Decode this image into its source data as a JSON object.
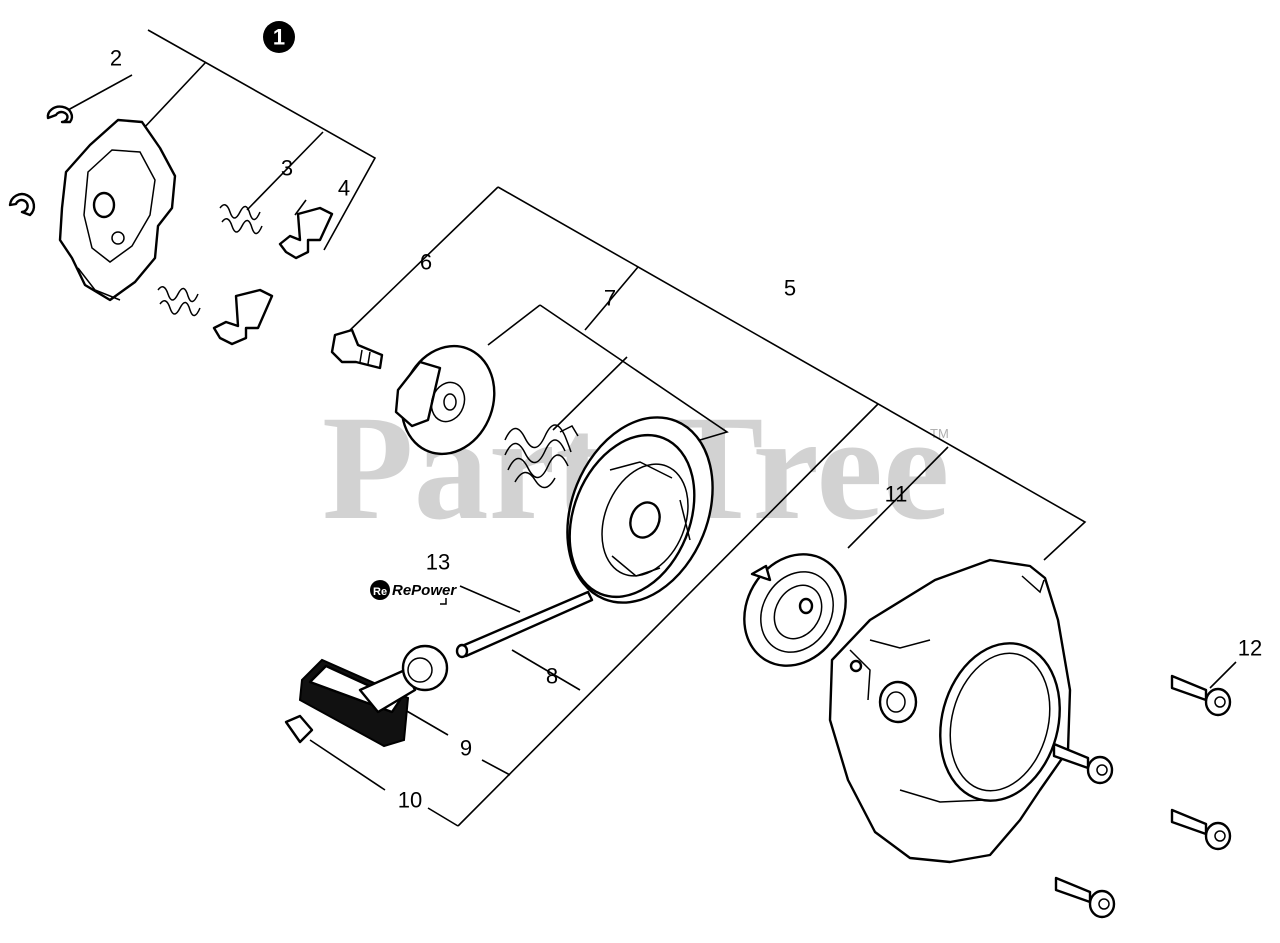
{
  "watermark": {
    "text": "PartsTree",
    "trademark": "TM"
  },
  "repower_logo": {
    "text": "RePower"
  },
  "callouts": {
    "c1": "1",
    "c2": "2",
    "c3": "3",
    "c4": "4",
    "c5": "5",
    "c6": "6",
    "c7": "7",
    "c8": "8",
    "c9": "9",
    "c10": "10",
    "c11": "11",
    "c12": "12",
    "c13": "13"
  }
}
